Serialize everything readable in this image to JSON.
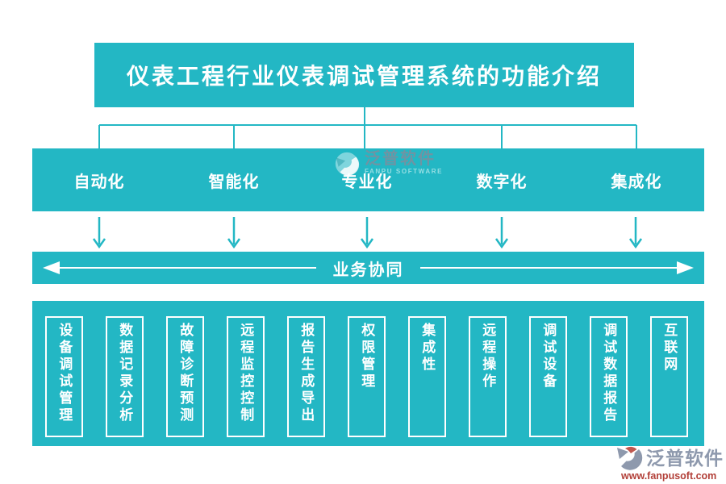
{
  "title": "仪表工程行业仪表调试管理系统的功能介绍",
  "branches": [
    "自动化",
    "智能化",
    "专业化",
    "数字化",
    "集成化"
  ],
  "collaboration": {
    "label": "业务协同"
  },
  "features": [
    "设备调试管理",
    "数据记录分析",
    "故障诊断预测",
    "远程监控控制",
    "报告生成导出",
    "权限管理",
    "集成性",
    "远程操作",
    "调试设备",
    "调试数据报告",
    "互联网"
  ],
  "watermark": {
    "name": "泛普软件",
    "subtitle": "FANPU SOFTWARE"
  },
  "footer_logo": {
    "name": "泛普软件",
    "url": "www.fanpusoft.com"
  },
  "colors": {
    "teal": "#23b7c4",
    "text_on_teal": "#ffffff",
    "logo_grey": "#8e99ad",
    "logo_red": "#b23f38"
  }
}
